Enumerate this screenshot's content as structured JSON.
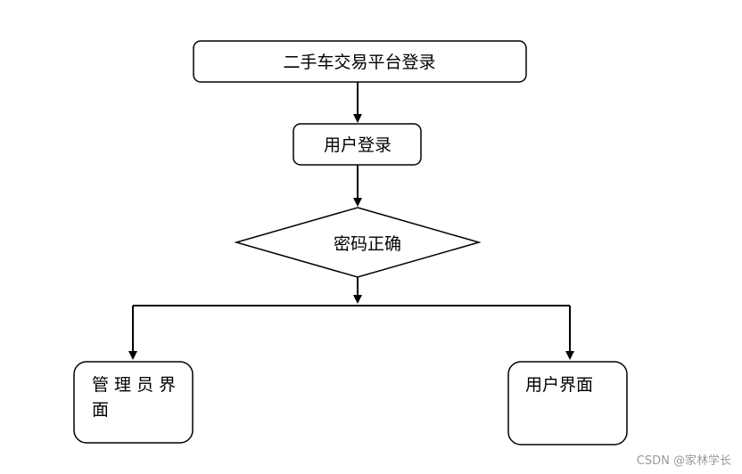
{
  "nodes": {
    "platform_login": "二手车交易平台登录",
    "user_login": "用户登录",
    "password_check": "密码正确",
    "admin_ui_line1": "管 理 员 界",
    "admin_ui_line2": "面",
    "user_ui": "用户界面"
  },
  "watermark": "CSDN @家林学长",
  "colors": {
    "stroke": "#000000",
    "background": "#ffffff",
    "watermark": "#9a9a9a"
  }
}
